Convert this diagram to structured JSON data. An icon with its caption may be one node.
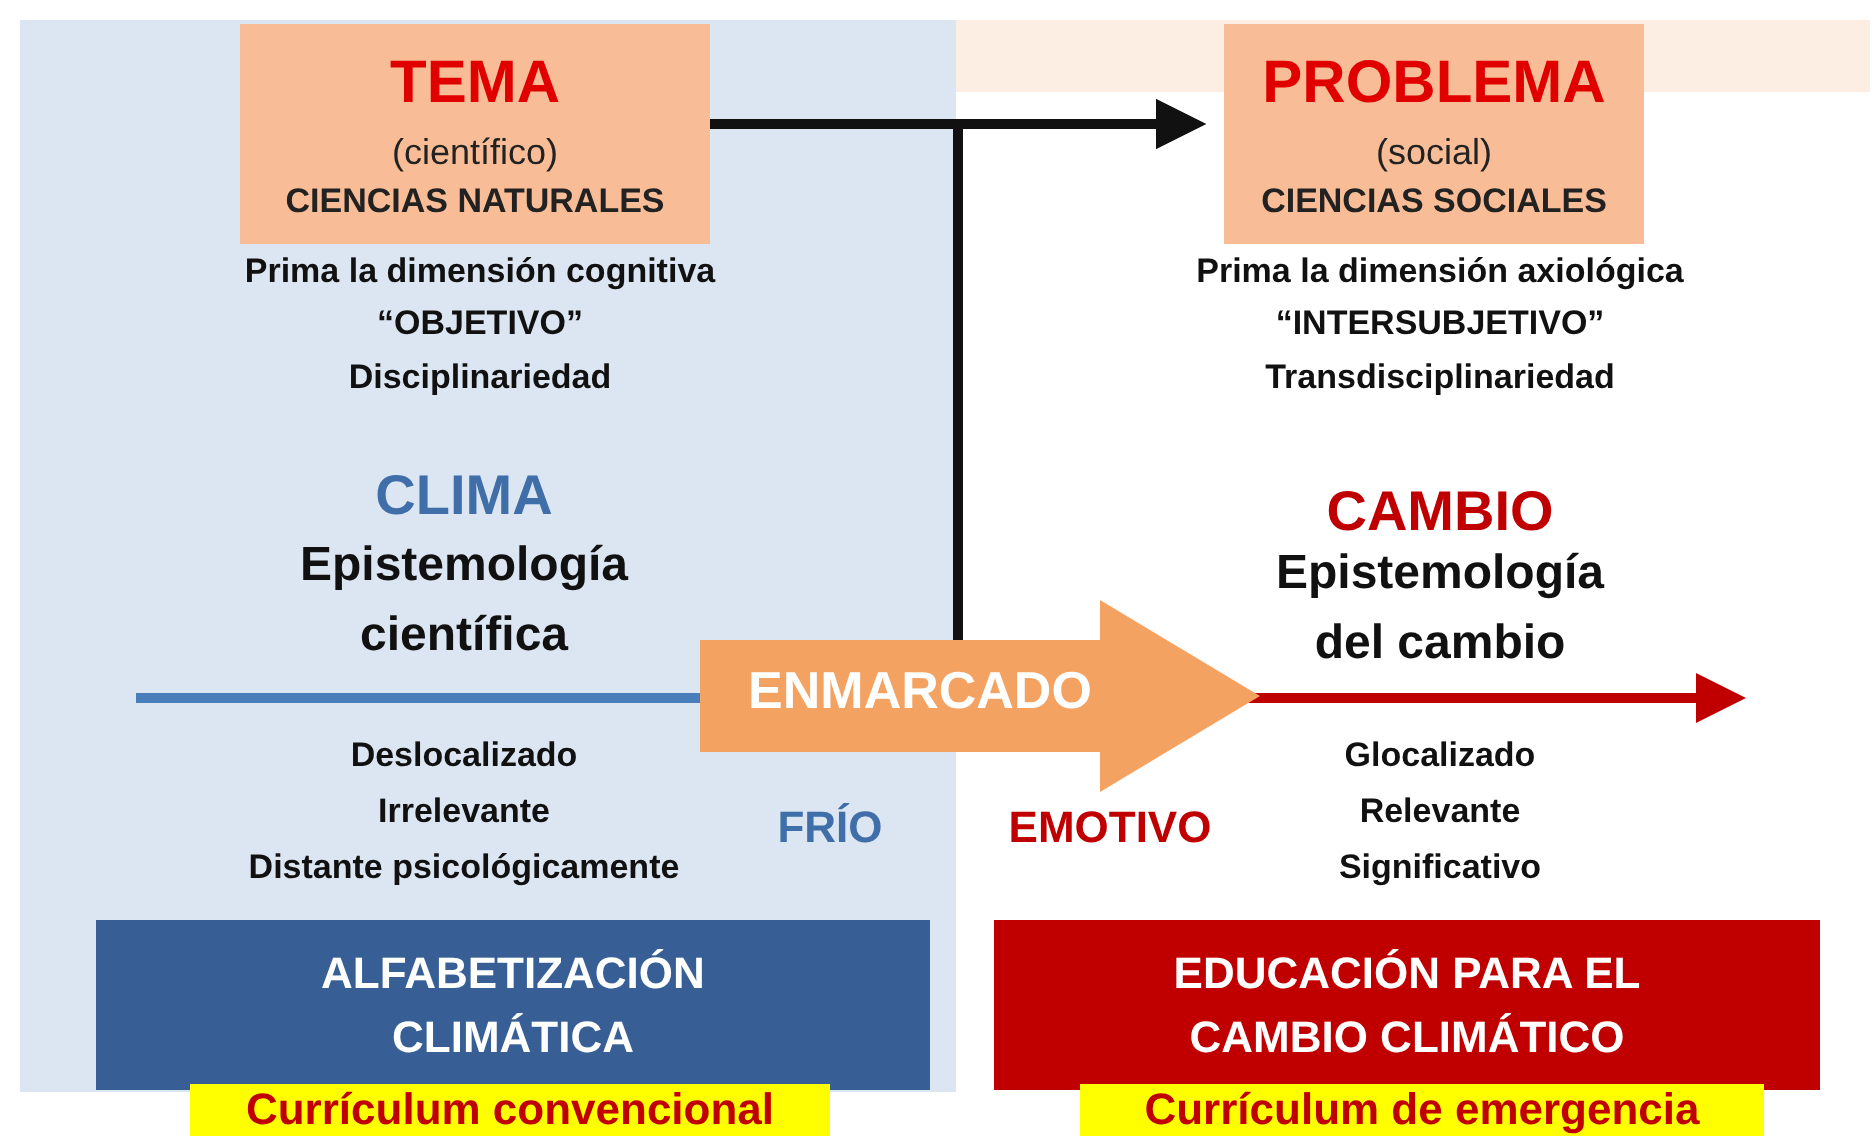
{
  "diagram": {
    "nodes": [
      {
        "text": [
          "TEMA",
          "(científico)",
          "CIENCIAS NATURALES"
        ],
        "beside": [
          "Prima la dimensión cognitiva",
          "“OBJETIVO”",
          "Disciplinariedad"
        ]
      },
      {
        "text": [
          "PROBLEMA",
          "(social)",
          "CIENCIAS SOCIALES"
        ],
        "beside": [
          "Prima la dimensión axiológica",
          "“INTERSUBJETIVO”",
          "Transdisciplinariedad"
        ]
      },
      {
        "text": [
          "ENMARCADO"
        ]
      },
      {
        "text": [
          "ALFABETIZACIÓN CLIMÁTICA"
        ],
        "beside": [
          "Currículum convencional"
        ]
      },
      {
        "text": [
          "EDUCACIÓN PARA EL CAMBIO CLIMÁTICO"
        ],
        "beside": [
          "Currículum de emergencia"
        ]
      }
    ],
    "edges": [
      {
        "from": 0,
        "to": 1,
        "arrow": "to"
      },
      {
        "from": 2,
        "to": 1,
        "arrow": "to"
      }
    ],
    "labels": [
      "CLIMA",
      "Epistemología científica",
      "CAMBIO",
      "Epistemología del cambio",
      "Deslocalizado",
      "Irrelevante",
      "Distante psicológicamente",
      "FRÍO",
      "EMOTIVO",
      "Glocalizado",
      "Relevante",
      "Significativo"
    ]
  }
}
